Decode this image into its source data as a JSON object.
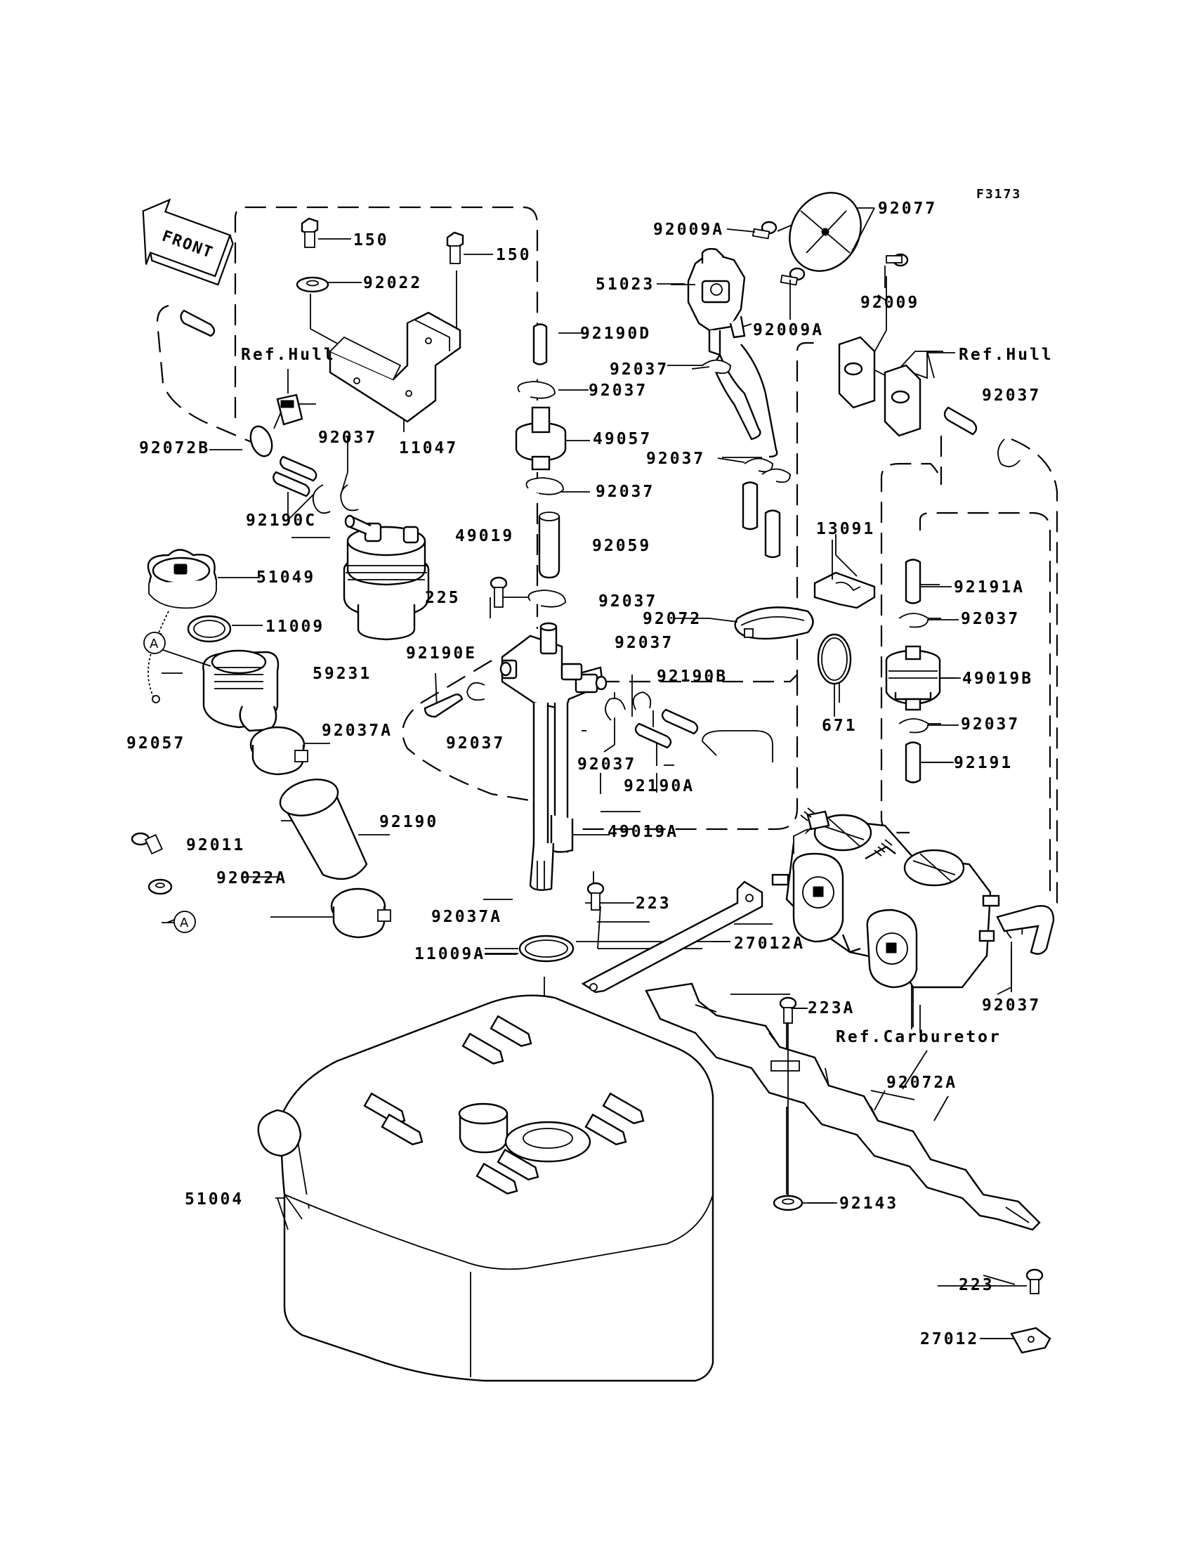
{
  "figure_code": "F3173",
  "front_arrow_text": "FRONT",
  "callout_letter": "A",
  "labels": [
    {
      "id": "l-150a",
      "text": "150"
    },
    {
      "id": "l-150b",
      "text": "150"
    },
    {
      "id": "l-92022",
      "text": "92022"
    },
    {
      "id": "l-refhull1",
      "text": "Ref.Hull"
    },
    {
      "id": "l-92190d",
      "text": "92190D"
    },
    {
      "id": "l-92037a1",
      "text": "92037"
    },
    {
      "id": "l-11047",
      "text": "11047"
    },
    {
      "id": "l-92037b",
      "text": "92037"
    },
    {
      "id": "l-92072b",
      "text": "92072B"
    },
    {
      "id": "l-92190c",
      "text": "92190C"
    },
    {
      "id": "l-49057",
      "text": "49057"
    },
    {
      "id": "l-92037c",
      "text": "92037"
    },
    {
      "id": "l-49019",
      "text": "49019"
    },
    {
      "id": "l-92059",
      "text": "92059"
    },
    {
      "id": "l-51049",
      "text": "51049"
    },
    {
      "id": "l-225",
      "text": "225"
    },
    {
      "id": "l-92037d",
      "text": "92037"
    },
    {
      "id": "l-11009",
      "text": "11009"
    },
    {
      "id": "l-92190e",
      "text": "92190E"
    },
    {
      "id": "l-59231",
      "text": "59231"
    },
    {
      "id": "l-92037e",
      "text": "92037"
    },
    {
      "id": "l-92037a",
      "text": "92037A"
    },
    {
      "id": "l-92057",
      "text": "92057"
    },
    {
      "id": "l-92190",
      "text": "92190"
    },
    {
      "id": "l-92011",
      "text": "92011"
    },
    {
      "id": "l-92022a",
      "text": "92022A"
    },
    {
      "id": "l-92037a2",
      "text": "92037A"
    },
    {
      "id": "l-49019a",
      "text": "49019A"
    },
    {
      "id": "l-92037f",
      "text": "92037"
    },
    {
      "id": "l-92190b",
      "text": "92190B"
    },
    {
      "id": "l-92037g",
      "text": "92037"
    },
    {
      "id": "l-92190a",
      "text": "92190A"
    },
    {
      "id": "l-223a1",
      "text": "223"
    },
    {
      "id": "l-11009a",
      "text": "11009A"
    },
    {
      "id": "l-27012a",
      "text": "27012A"
    },
    {
      "id": "l-51004",
      "text": "51004"
    },
    {
      "id": "l-92009a1",
      "text": "92009A"
    },
    {
      "id": "l-92077",
      "text": "92077"
    },
    {
      "id": "l-51023",
      "text": "51023"
    },
    {
      "id": "l-92009",
      "text": "92009"
    },
    {
      "id": "l-92009a2",
      "text": "92009A"
    },
    {
      "id": "l-92037h",
      "text": "92037"
    },
    {
      "id": "l-refhull2",
      "text": "Ref.Hull"
    },
    {
      "id": "l-92037i",
      "text": "92037"
    },
    {
      "id": "l-92037j",
      "text": "92037"
    },
    {
      "id": "l-13091",
      "text": "13091"
    },
    {
      "id": "l-92191a",
      "text": "92191A"
    },
    {
      "id": "l-92072",
      "text": "92072"
    },
    {
      "id": "l-92037k",
      "text": "92037"
    },
    {
      "id": "l-49019b",
      "text": "49019B"
    },
    {
      "id": "l-671",
      "text": "671"
    },
    {
      "id": "l-92037l",
      "text": "92037"
    },
    {
      "id": "l-92191",
      "text": "92191"
    },
    {
      "id": "l-92037m",
      "text": "92037"
    },
    {
      "id": "l-refcarb",
      "text": "Ref.Carburetor"
    },
    {
      "id": "l-223a",
      "text": "223A"
    },
    {
      "id": "l-92072a",
      "text": "92072A"
    },
    {
      "id": "l-92143",
      "text": "92143"
    },
    {
      "id": "l-223b",
      "text": "223"
    },
    {
      "id": "l-27012",
      "text": "27012"
    }
  ]
}
